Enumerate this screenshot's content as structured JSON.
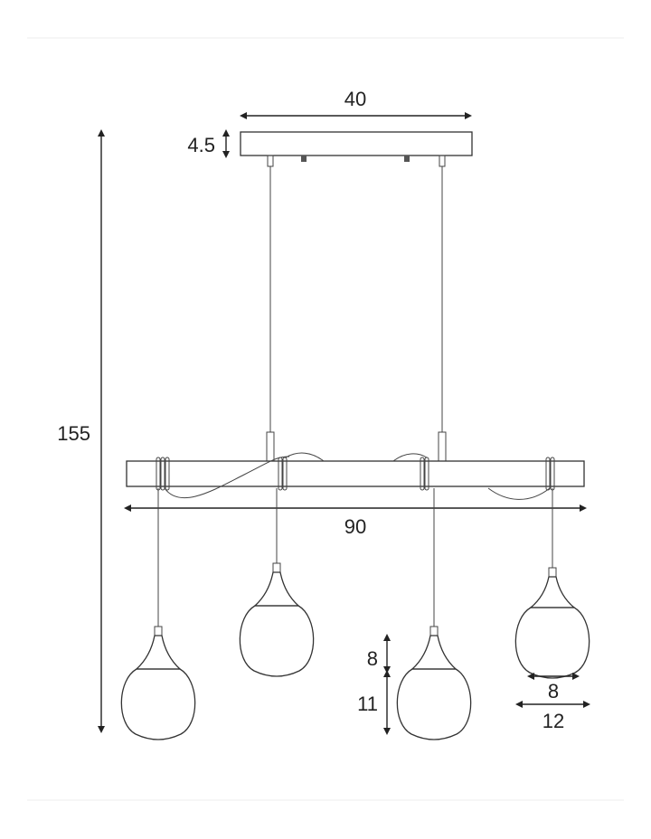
{
  "dimensions": {
    "canopy_width": "40",
    "canopy_height": "4.5",
    "total_height": "155",
    "bar_width": "90",
    "cap_height": "8",
    "shade_height": "11",
    "cap_width": "8",
    "shade_width": "12"
  },
  "icons": {
    "arrow": "double-arrow-icon",
    "shade": "mesh-glass-shade-icon"
  }
}
